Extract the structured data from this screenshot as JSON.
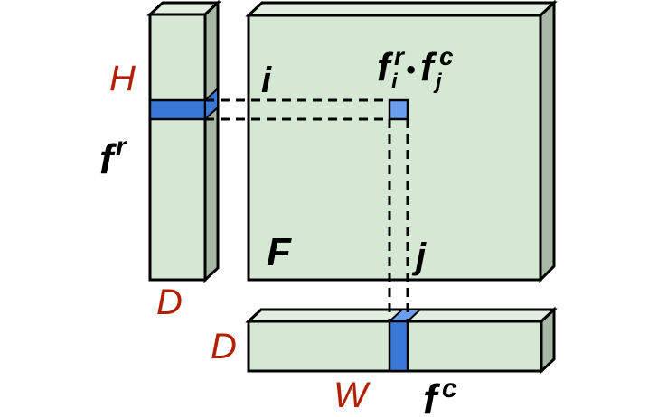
{
  "labels": {
    "row_height": "H",
    "row_depth": "D",
    "row_vector": "f",
    "row_vector_sup": "r",
    "row_index": "i",
    "col_depth": "D",
    "col_width": "W",
    "col_vector": "f",
    "col_vector_sup": "c",
    "col_index": "j",
    "matrix": "F",
    "product": {
      "left_base": "f",
      "left_sub": "i",
      "left_sup": "r",
      "dot": "•",
      "right_base": "f",
      "right_sub": "j",
      "right_sup": "c"
    }
  },
  "colors": {
    "face": "#d5e8d4",
    "top": "#e2efe0",
    "side": "#a9b8a6",
    "highlight": "#3a78d8",
    "highlight_light": "#6a9fef",
    "label_red": "#b22000",
    "outline": "#000000"
  }
}
